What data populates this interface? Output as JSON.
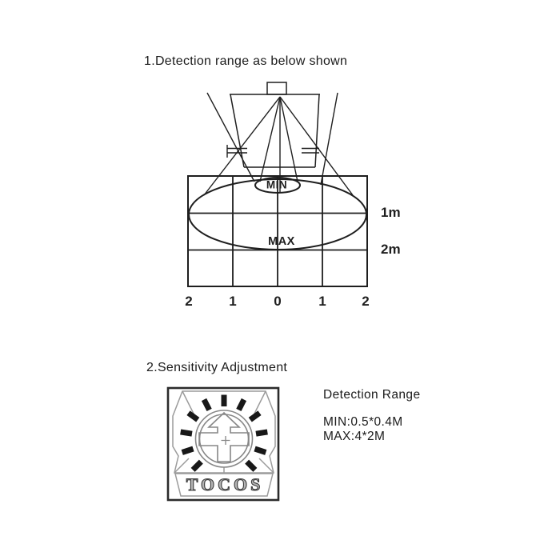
{
  "section1": {
    "title": "1.Detection range as below shown",
    "grid": {
      "min_label": "MIN",
      "max_label": "MAX",
      "x_axis_labels": [
        "2",
        "1",
        "0",
        "1",
        "2"
      ],
      "depth_labels": [
        "1m",
        "2m"
      ]
    }
  },
  "section2": {
    "title": "2.Sensitivity Adjustment",
    "trimmer_brand": "TOCOS",
    "detection_range": {
      "heading": "Detection Range",
      "min": "MIN:0.5*0.4M",
      "max": "MAX:4*2M"
    }
  },
  "colors": {
    "ink": "#1e1e1e",
    "trimmer_body_outline": "#9b9b9b"
  }
}
